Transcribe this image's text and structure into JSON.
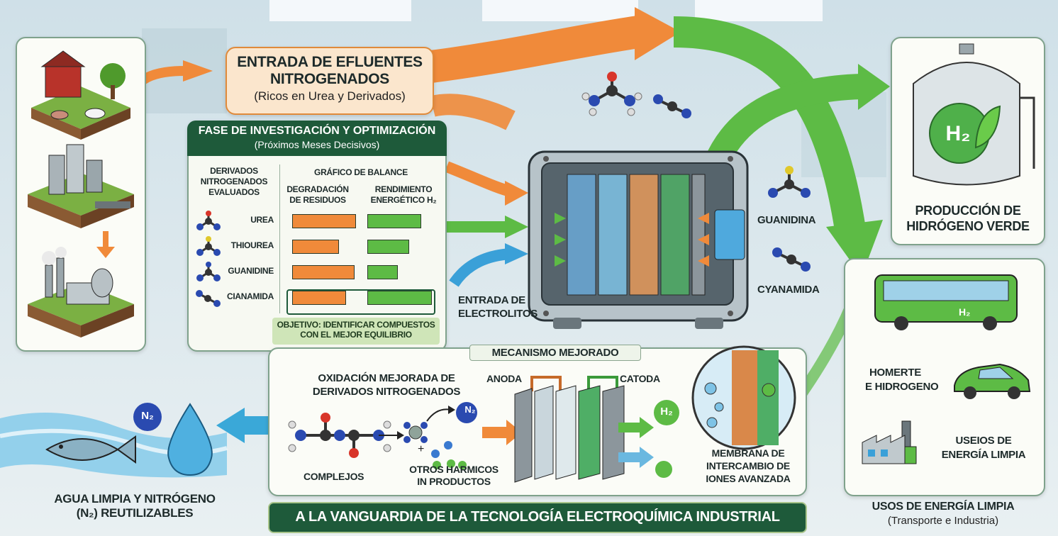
{
  "inlet": {
    "title_line1": "ENTRADA DE EFLUENTES",
    "title_line2": "NITROGENADOS",
    "subtitle": "(Ricos en Urea y Derivados)"
  },
  "research": {
    "title": "FASE DE INVESTIGACIÓN Y OPTIMIZACIÓN",
    "subtitle": "(Próximos Meses Decisivos)",
    "col_left_header": [
      "DERIVADOS",
      "NITROGENADOS",
      "EVALUADOS"
    ],
    "chart_header": "GRÁFICO DE BALANCE",
    "col_degr_header": [
      "DEGRADACIÓN",
      "DE RESIDUOS"
    ],
    "col_rend_header": [
      "RENDIMIENTO",
      "ENERGÉTICO H₂"
    ],
    "objective": [
      "OBJETIVO: IDENTIFICAR COMPUESTOS",
      "CON EL MEJOR EQUILIBRIO"
    ]
  },
  "chart_data": {
    "type": "bar",
    "title": "GRÁFICO DE BALANCE",
    "categories": [
      "UREA",
      "THIOUREA",
      "GUANIDINE",
      "CIANAMIDA"
    ],
    "series": [
      {
        "name": "DEGRADACIÓN DE RESIDUOS",
        "values": [
          0.9,
          0.65,
          0.88,
          0.75
        ],
        "color": "#f08a3a"
      },
      {
        "name": "RENDIMIENTO ENERGÉTICO H₂",
        "values": [
          0.8,
          0.62,
          0.45,
          0.97
        ],
        "color": "#5dbb45"
      }
    ],
    "highlighted_category": "CIANAMIDA"
  },
  "reactor": {
    "electrolyte_label": [
      "ENTRADA DE",
      "ELECTROLITOS"
    ],
    "side_labels": [
      "GUANIDINA",
      "CYANAMIDA"
    ]
  },
  "mechanism": {
    "title": "MECANISMO MEJORADO",
    "oxidation": [
      "OXIDACIÓN MEJORADA DE",
      "DERIVADOS NITROGENADOS"
    ],
    "complejos": "COMPLEJOS",
    "otros": [
      "OTROS HARMICOS",
      "IN PRODUCTOS"
    ],
    "anoda": "ANODA",
    "catoda": "CATODA",
    "membrane": [
      "MEMBRANA DE",
      "INTERCAMBIO DE",
      "IONES AVANZADA"
    ],
    "n2_badge": "N₂",
    "h2_badge": "H₂"
  },
  "water": {
    "label": [
      "AGUA LIMPIA Y NITRÓGENO",
      "(N₂) REUTILIZABLES"
    ],
    "n2_badge": "N₂"
  },
  "hydrogen": {
    "badge": "H₂",
    "title": [
      "PRODUCCIÓN DE",
      "HIDRÓGENO VERDE"
    ]
  },
  "uses": {
    "homerte": [
      "HOMERTE",
      "E HIDROGENO"
    ],
    "useios": [
      "USEIOS DE",
      "ENERGÍA LIMPIA"
    ],
    "footer_title": "USOS DE ENERGÍA LIMPIA",
    "footer_subtitle": "(Transporte e Industria)",
    "bus_badge": "H₂"
  },
  "banner": "A LA VANGUARDIA DE LA TECNOLOGÍA ELECTROQUÍMICA INDUSTRIAL"
}
